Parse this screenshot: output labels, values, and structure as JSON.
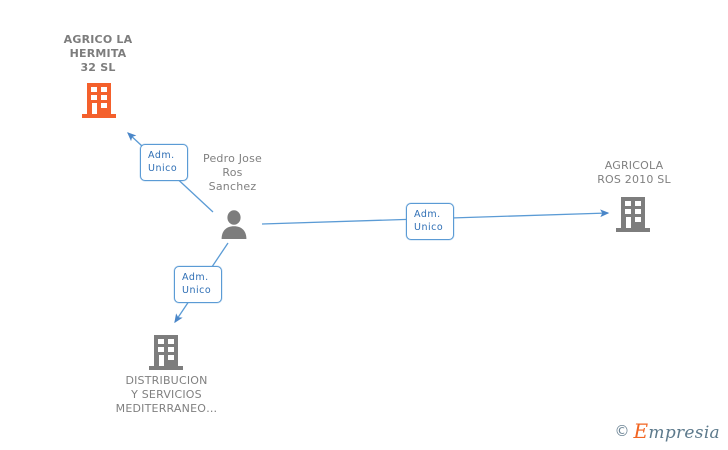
{
  "diagram": {
    "title": "Mercantile relationship graph",
    "colors": {
      "company_active": "#f4602c",
      "company_inactive": "#7d7d7d",
      "person": "#7d7d7d",
      "edge": "#5b9bd5",
      "chip_border": "#5b9bd5",
      "chip_text": "#2f6fb5",
      "label_text": "#808080",
      "background": "#ffffff"
    },
    "nodes": [
      {
        "id": "agrico-la-hermita",
        "label": "AGRICO LA\nHERMITA\n32 SL",
        "icon": "building-icon",
        "icon_color": "#f4602c",
        "label_bold": true,
        "label_position": "above"
      },
      {
        "id": "pedro-jose-ros-sanchez",
        "label": "Pedro Jose\nRos\nSanchez",
        "icon": "person-icon",
        "icon_color": "#7d7d7d",
        "label_bold": false,
        "label_position": "above"
      },
      {
        "id": "agricola-ros-2010",
        "label": "AGRICOLA\nROS 2010 SL",
        "icon": "building-icon",
        "icon_color": "#7d7d7d",
        "label_bold": false,
        "label_position": "above"
      },
      {
        "id": "distribucion-y-servicios",
        "label": "DISTRIBUCION\nY SERVICIOS\nMEDITERRANEO…",
        "icon": "building-icon",
        "icon_color": "#7d7d7d",
        "label_bold": false,
        "label_position": "below"
      }
    ],
    "edges": [
      {
        "id": "edge-to-hermita",
        "from": "pedro-jose-ros-sanchez",
        "to": "agrico-la-hermita",
        "chip_label": "Adm.\nUnico",
        "direction": "up-left"
      },
      {
        "id": "edge-to-agricola",
        "from": "pedro-jose-ros-sanchez",
        "to": "agricola-ros-2010",
        "chip_label": "Adm.\nUnico",
        "direction": "right"
      },
      {
        "id": "edge-to-distribucion",
        "from": "pedro-jose-ros-sanchez",
        "to": "distribucion-y-servicios",
        "chip_label": "Adm.\nUnico",
        "direction": "down-left"
      }
    ]
  },
  "watermark": {
    "copyright": "©",
    "brand_initial": "E",
    "brand_rest": "mpresia"
  }
}
